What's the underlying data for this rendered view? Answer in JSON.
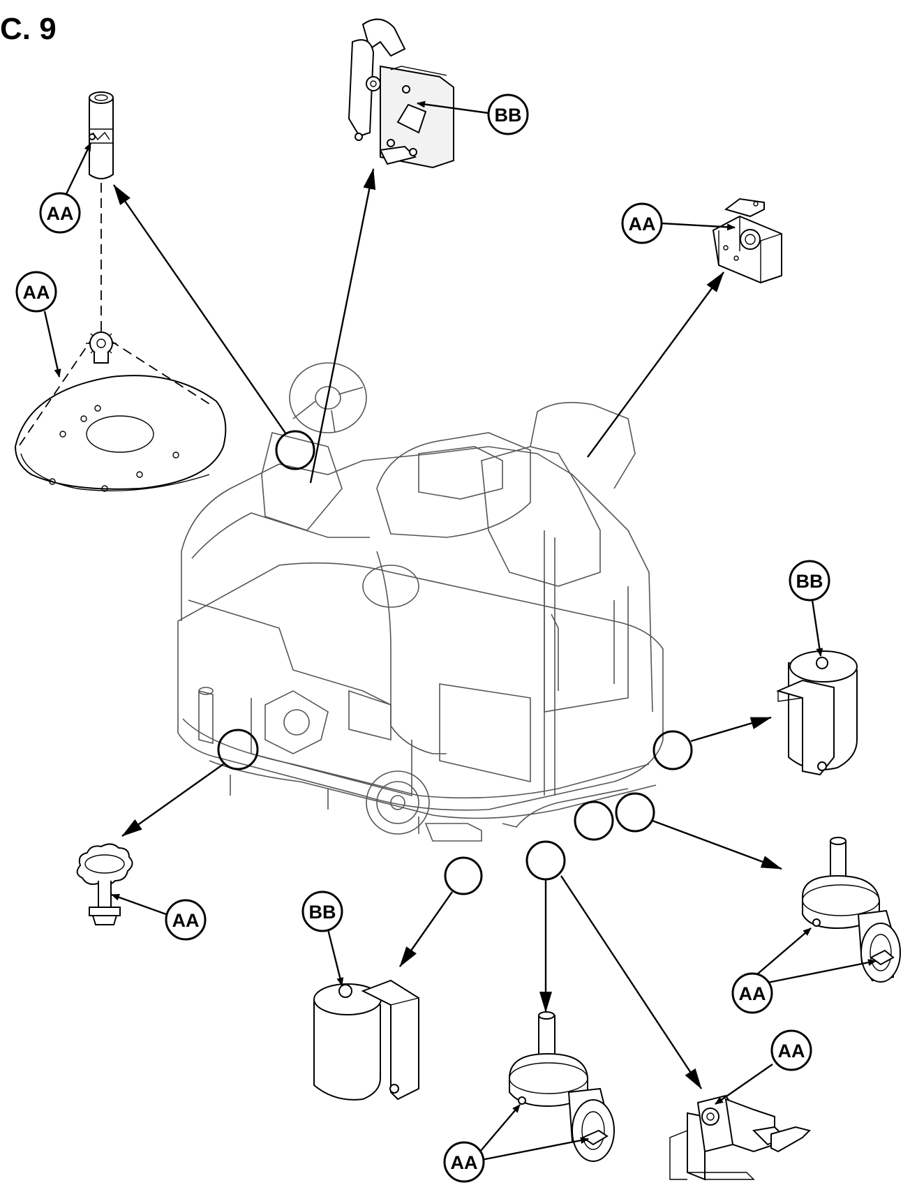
{
  "figure": {
    "label": "C. 9"
  },
  "callouts": {
    "aa": "AA",
    "bb": "BB"
  }
}
